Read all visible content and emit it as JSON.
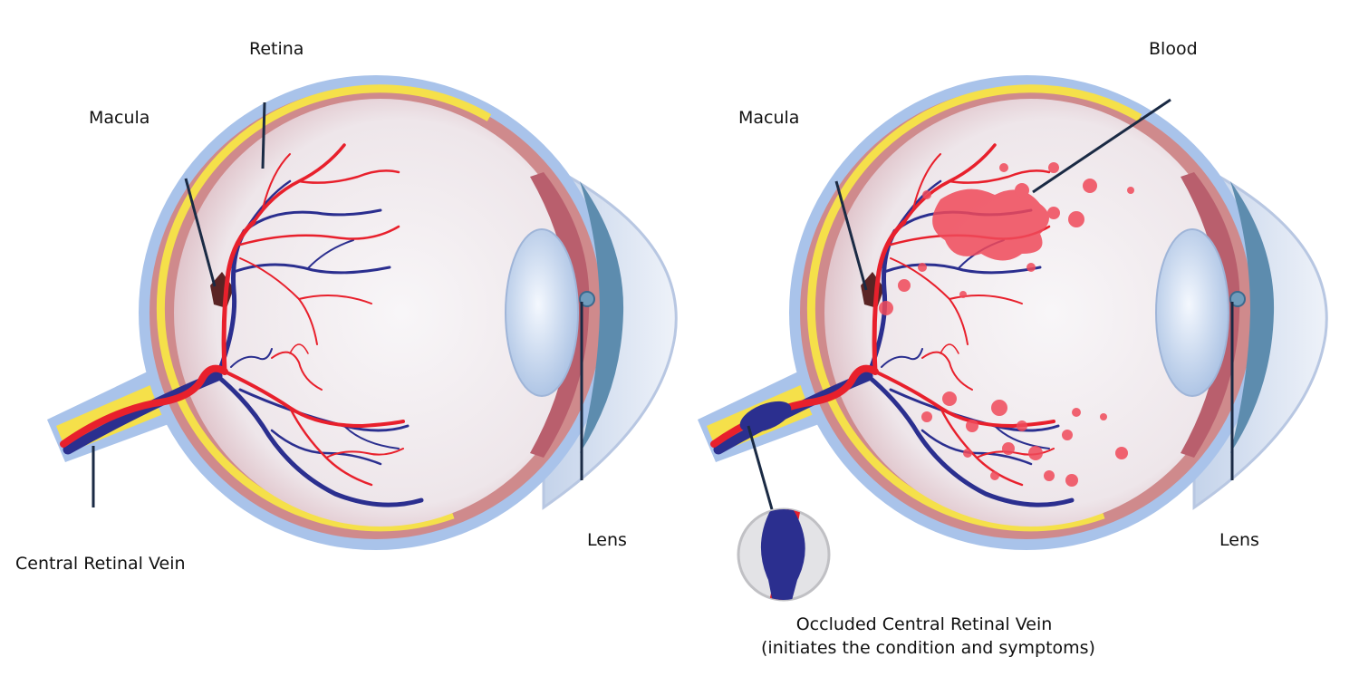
{
  "normal_eye": {
    "labels": {
      "retina": "Retina",
      "macula": "Macula",
      "lens": "Lens",
      "vein": "Central Retinal Vein"
    }
  },
  "occluded_eye": {
    "labels": {
      "blood": "Blood",
      "macula": "Macula",
      "lens": "Lens",
      "occlusion_line1": "Occluded Central Retinal Vein",
      "occlusion_line2": "(initiates the condition and symptoms)"
    }
  },
  "colors": {
    "sclera": "#a9c3ea",
    "choroid": "#cf8a8c",
    "retina_layer": "#f5e04a",
    "vitreous": "#f3eff2",
    "artery": "#e8202c",
    "vein": "#2b2f8f",
    "blood_spot": "#f04a5a",
    "lens": "#dbe7f6",
    "label_line": "#1a2a44"
  },
  "icons": [
    "eye-cross-section",
    "vein-occlusion-magnifier"
  ]
}
